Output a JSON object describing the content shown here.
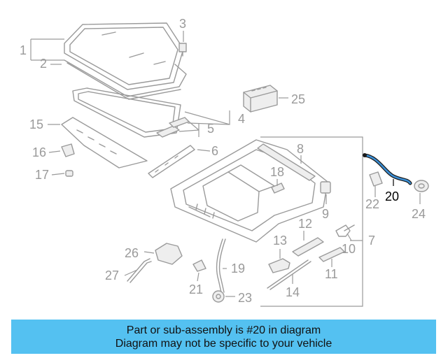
{
  "colors": {
    "banner_bg": "#54c1f1",
    "highlight_part": "#3b8fd6",
    "part_lines": "#9a9a9a"
  },
  "diagram": {
    "highlighted_part": "20",
    "callouts": [
      "1",
      "2",
      "3",
      "4",
      "5",
      "6",
      "7",
      "8",
      "9",
      "10",
      "11",
      "12",
      "13",
      "14",
      "15",
      "16",
      "17",
      "18",
      "19",
      "20",
      "21",
      "22",
      "23",
      "24",
      "25",
      "26",
      "27"
    ]
  },
  "banner": {
    "line1": "Part or sub-assembly is #20 in diagram",
    "line2": "Diagram may not be specific to your vehicle"
  }
}
